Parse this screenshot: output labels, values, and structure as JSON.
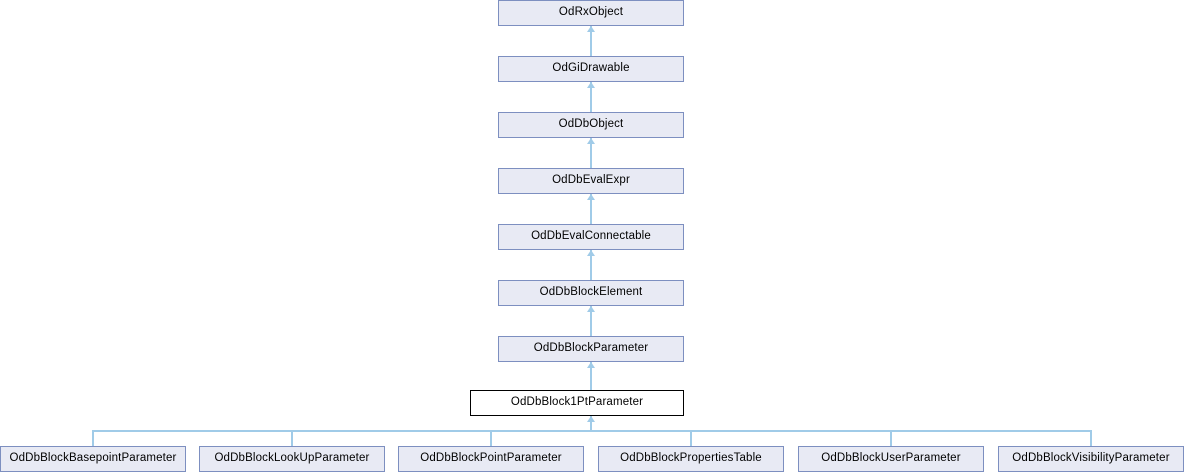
{
  "diagram": {
    "type": "uml-inheritance-graph",
    "title": "OdDbBlock1PtParameter inheritance diagram",
    "colors": {
      "node_fill": "#e8eaf4",
      "node_border": "#7d8fc0",
      "focal_fill": "#ffffff",
      "focal_border": "#000000",
      "edge": "#a0cbe8",
      "background": "#ffffff"
    },
    "chain": [
      {
        "label": "OdRxObject",
        "focal": false
      },
      {
        "label": "OdGiDrawable",
        "focal": false
      },
      {
        "label": "OdDbObject",
        "focal": false
      },
      {
        "label": "OdDbEvalExpr",
        "focal": false
      },
      {
        "label": "OdDbEvalConnectable",
        "focal": false
      },
      {
        "label": "OdDbBlockElement",
        "focal": false
      },
      {
        "label": "OdDbBlockParameter",
        "focal": false
      },
      {
        "label": "OdDbBlock1PtParameter",
        "focal": true
      }
    ],
    "leaves": [
      {
        "label": "OdDbBlockBasepointParameter"
      },
      {
        "label": "OdDbBlockLookUpParameter"
      },
      {
        "label": "OdDbBlockPointParameter"
      },
      {
        "label": "OdDbBlockPropertiesTable"
      },
      {
        "label": "OdDbBlockUserParameter"
      },
      {
        "label": "OdDbBlockVisibilityParameter"
      }
    ]
  }
}
